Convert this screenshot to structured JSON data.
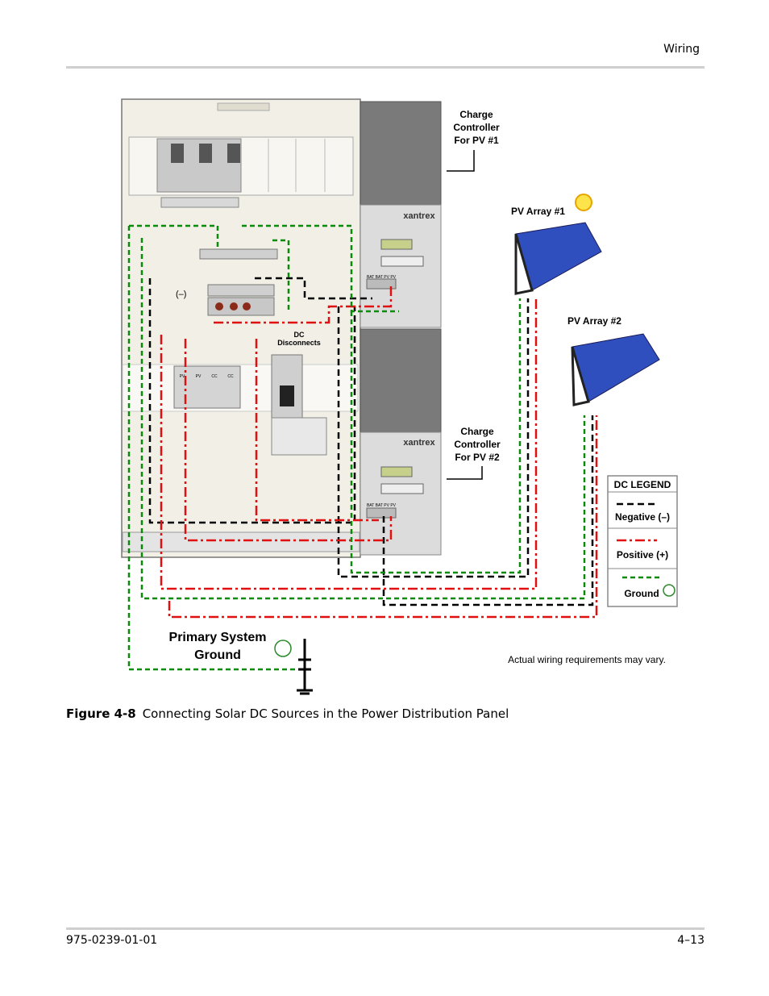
{
  "header": {
    "section": "Wiring"
  },
  "figure": {
    "label": "Figure 4-8",
    "caption": "Connecting Solar DC Sources in the Power Distribution Panel",
    "controller1": [
      "Charge",
      "Controller",
      "For PV #1"
    ],
    "controller2": [
      "Charge",
      "Controller",
      "For PV #2"
    ],
    "brand": "xantrex",
    "pv1": "PV Array #1",
    "pv2": "PV Array #2",
    "neg_symbol": "(–)",
    "dc_disconnects": [
      "DC",
      "Disconnects"
    ],
    "breaker_labels": [
      "PV",
      "PV",
      "CC",
      "CC"
    ],
    "terminal_labels": "BAT BAT PV PV",
    "legend": {
      "title": "DC LEGEND",
      "negative": "Negative (–)",
      "positive": "Positive (+)",
      "ground": "Ground"
    },
    "ground_title": [
      "Primary System",
      "Ground"
    ],
    "note": "Actual wiring requirements may vary."
  },
  "footer": {
    "doc_number": "975-0239-01-01",
    "page": "4–13"
  },
  "colors": {
    "negative": "#000000",
    "positive": "#e01010",
    "ground": "#0a8a0a"
  }
}
